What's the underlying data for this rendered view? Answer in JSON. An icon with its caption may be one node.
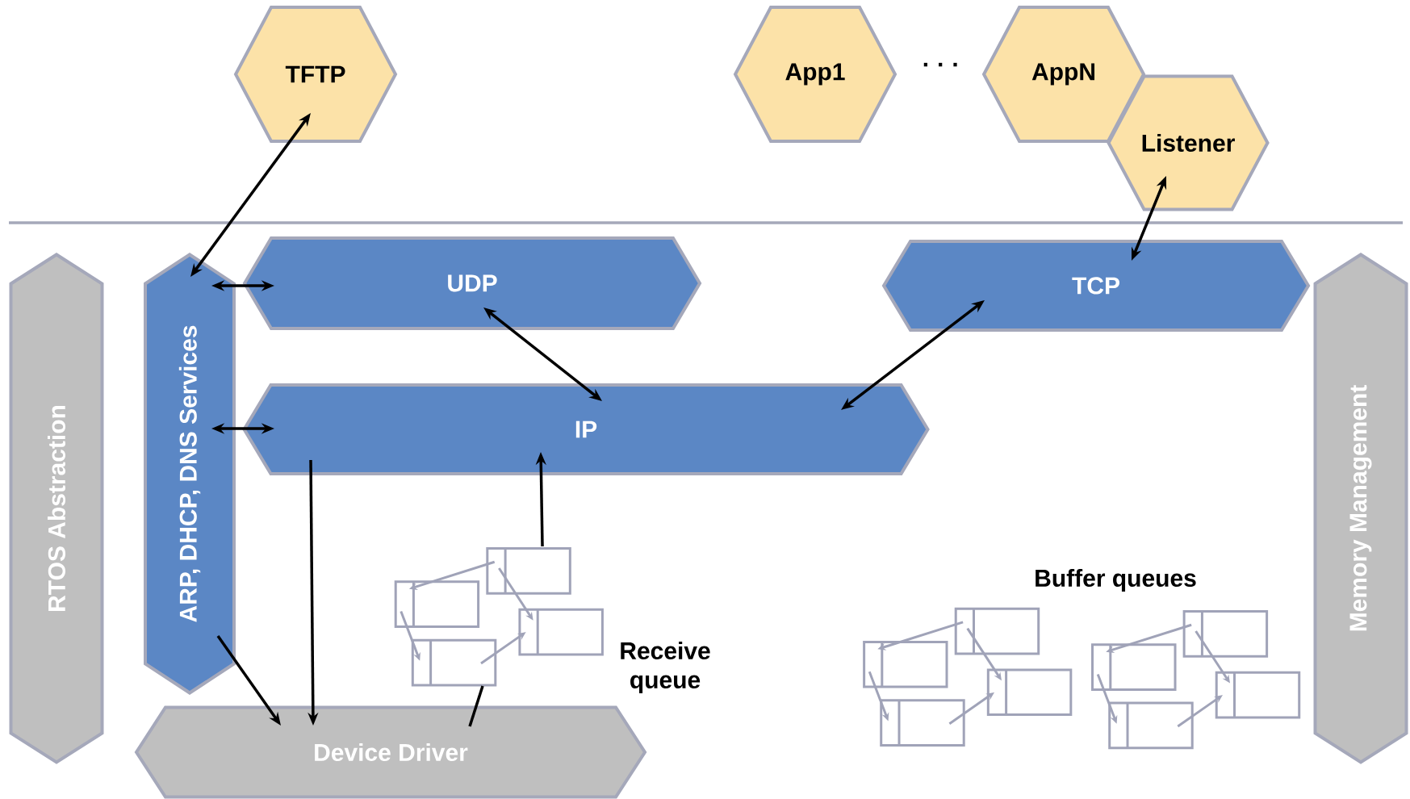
{
  "diagram": {
    "nodes": [
      {
        "text": [
          "TFTP"
        ]
      },
      {
        "text": [
          "App1"
        ]
      },
      {
        "text": [
          "AppN"
        ]
      },
      {
        "text": [
          "Listener"
        ]
      },
      {
        "text": [
          "ARP, DHCP, DNS Services"
        ]
      },
      {
        "text": [
          "UDP"
        ]
      },
      {
        "text": [
          "TCP"
        ]
      },
      {
        "text": [
          "IP"
        ]
      },
      {
        "text": [
          "Device Driver"
        ]
      },
      {
        "text": [
          "RTOS Abstraction"
        ]
      },
      {
        "text": [
          "Memory Management"
        ]
      },
      {
        "text": [],
        "shape": "box",
        "beside": [
          "Receive queue"
        ]
      }
    ],
    "edges": [
      {
        "from": 0,
        "to": 4,
        "arrow": "both"
      },
      {
        "from": 4,
        "to": 5,
        "arrow": "both"
      },
      {
        "from": 4,
        "to": 7,
        "arrow": "both"
      },
      {
        "from": 5,
        "to": 7,
        "arrow": "both"
      },
      {
        "from": 6,
        "to": 7,
        "arrow": "both"
      },
      {
        "from": 3,
        "to": 6,
        "arrow": "both"
      },
      {
        "from": 7,
        "to": 8,
        "arrow": "to"
      },
      {
        "from": 4,
        "to": 8,
        "arrow": "to"
      },
      {
        "from": 8,
        "to": 11,
        "arrow": "none"
      },
      {
        "from": 11,
        "to": 7,
        "arrow": "to"
      }
    ],
    "labels": [
      "· · ·",
      "Buffer queues"
    ]
  }
}
